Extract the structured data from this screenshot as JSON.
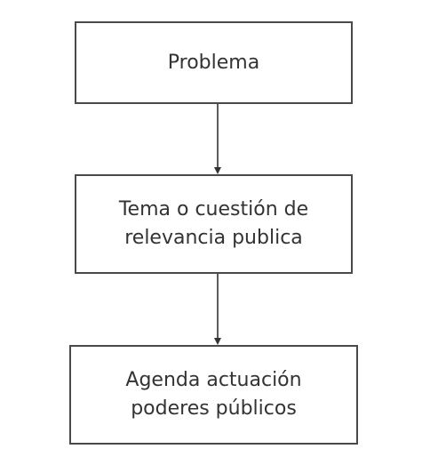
{
  "flowchart": {
    "nodes": [
      {
        "id": "problema",
        "lines": [
          "Problema"
        ]
      },
      {
        "id": "tema",
        "lines": [
          "Tema o cuestión de",
          "relevancia publica"
        ]
      },
      {
        "id": "agenda",
        "lines": [
          "Agenda actuación",
          "poderes públicos"
        ]
      }
    ],
    "edges": [
      {
        "from": "problema",
        "to": "tema"
      },
      {
        "from": "tema",
        "to": "agenda"
      }
    ]
  }
}
